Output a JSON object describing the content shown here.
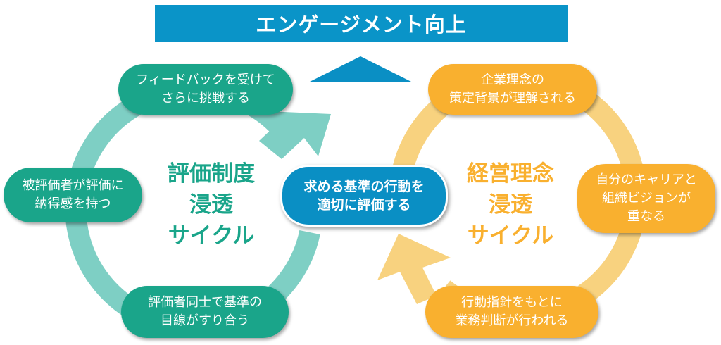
{
  "banner": {
    "title": "エンゲージメント向上"
  },
  "colors": {
    "banner_blue": "#0a94c8",
    "teal": "#1aa58a",
    "teal_ring": "#7ecfc4",
    "amber": "#f9b02f",
    "amber_ring": "#f8d27f",
    "center_blue": "#0a8fc4"
  },
  "left_cycle": {
    "title_lines": [
      "評価制度",
      "浸透",
      "サイクル"
    ],
    "nodes": [
      {
        "lines": [
          "フィードバックを受けて",
          "さらに挑戦する"
        ]
      },
      {
        "lines": [
          "被評価者が評価に",
          "納得感を持つ"
        ]
      },
      {
        "lines": [
          "評価者同士で基準の",
          "目線がすり合う"
        ]
      }
    ]
  },
  "right_cycle": {
    "title_lines": [
      "経営理念",
      "浸透",
      "サイクル"
    ],
    "nodes": [
      {
        "lines": [
          "企業理念の",
          "策定背景が理解される"
        ]
      },
      {
        "lines": [
          "自分のキャリアと",
          "組織ビジョンが",
          "重なる"
        ]
      },
      {
        "lines": [
          "行動指針をもとに",
          "業務判断が行われる"
        ]
      }
    ]
  },
  "center": {
    "lines": [
      "求める基準の行動を",
      "適切に評価する"
    ]
  },
  "icons": {
    "up_arrow": "triangle-up-icon",
    "left_cycle_arrow": "arrow-down-right-icon",
    "right_cycle_arrow": "arrow-up-left-icon"
  }
}
